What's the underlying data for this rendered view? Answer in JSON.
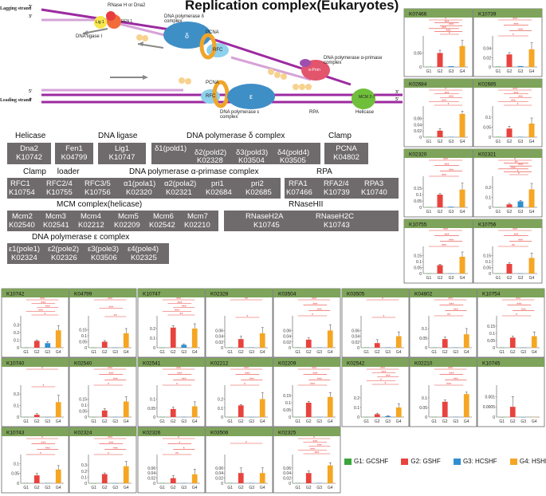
{
  "diagram": {
    "title": "Replication complex(Eukaryotes)",
    "lagging_strand": "Lagging strand",
    "leading_strand": "Leading strand",
    "five_prime": "5'",
    "three_prime": "3'",
    "rnase_label": "RNase H or Dna2",
    "lig1": "Lig 1",
    "fen1": "FEN 1",
    "dna_ligase_i": "DNA ligase I",
    "pol_delta_complex": "DNA polymerase δ complex",
    "delta": "δ",
    "pcna": "PCNA",
    "rfc": "RFC",
    "pol_alpha_primase": "DNA polymerase α-primase complex",
    "alpha_prim": "α-Prim",
    "pol_epsilon_complex": "DNA polymerase ε complex",
    "epsilon": "ε",
    "rpa": "RPA",
    "mcm": "MCM 2-7",
    "helicase": "Helicase"
  },
  "gene_groups": [
    {
      "title": "Helicase",
      "genes": [
        {
          "name": "Dna2",
          "id": "K10742"
        }
      ]
    },
    {
      "title": "",
      "genes": [
        {
          "name": "Fen1",
          "id": "K04799"
        }
      ]
    },
    {
      "title": "DNA ligase",
      "genes": [
        {
          "name": "Lig1",
          "id": "K10747"
        }
      ]
    },
    {
      "title": "DNA polymerase δ complex",
      "genes": [
        {
          "name": "δ1(pold1)",
          "id": ""
        },
        {
          "name": "δ2(pold2)",
          "id": "K02328"
        },
        {
          "name": "δ3(pold3)",
          "id": "K03504"
        },
        {
          "name": "δ4(pold4)",
          "id": "K03505"
        }
      ]
    },
    {
      "title": "Clamp",
      "genes": [
        {
          "name": "PCNA",
          "id": "K04802"
        }
      ]
    },
    {
      "title": "Clamp     loader",
      "genes": [
        {
          "name": "RFC1",
          "id": "K10754"
        },
        {
          "name": "RFC2/4",
          "id": "K10755"
        },
        {
          "name": "RFC3/5",
          "id": "K10756"
        }
      ]
    },
    {
      "title": "DNA polymerase α-primase complex",
      "genes": [
        {
          "name": "α1(pola1)",
          "id": "K02320"
        },
        {
          "name": "α2(pola2)",
          "id": "K02321"
        },
        {
          "name": "pri1",
          "id": "K02684"
        },
        {
          "name": "pri2",
          "id": "K02685"
        }
      ]
    },
    {
      "title": "RPA",
      "genes": [
        {
          "name": "RFA1",
          "id": "K07466"
        },
        {
          "name": "RFA2/4",
          "id": "K10739"
        },
        {
          "name": "RPA3",
          "id": "K10740"
        }
      ]
    },
    {
      "title": "MCM complex(helicase)",
      "genes": [
        {
          "name": "Mcm2",
          "id": "K02540"
        },
        {
          "name": "Mcm3",
          "id": "K02541"
        },
        {
          "name": "Mcm4",
          "id": "K02212"
        },
        {
          "name": "Mcm5",
          "id": "K02209"
        },
        {
          "name": "Mcm6",
          "id": "K02542"
        },
        {
          "name": "Mcm7",
          "id": "K02210"
        }
      ]
    },
    {
      "title": "RNaseHII",
      "genes": [
        {
          "name": "RNaseH2A",
          "id": "K10745"
        },
        {
          "name": "RNaseH2C",
          "id": "K10743"
        }
      ]
    },
    {
      "title": "DNA polymerase ε complex",
      "genes": [
        {
          "name": "ε1(pole1)",
          "id": "K02324"
        },
        {
          "name": "ε2(pole2)",
          "id": "K02326"
        },
        {
          "name": "ε3(pole3)",
          "id": "K03506"
        },
        {
          "name": "ε4(pole4)",
          "id": "K02325"
        }
      ]
    }
  ],
  "legend": [
    {
      "key": "G1",
      "label": "G1: GCSHF",
      "color": "#3aa63a"
    },
    {
      "key": "G2",
      "label": "G2: GSHF",
      "color": "#e8433d"
    },
    {
      "key": "G3",
      "label": "G3: HCSHF",
      "color": "#2f8fd0"
    },
    {
      "key": "G4",
      "label": "G4: HSHF",
      "color": "#f5a623"
    }
  ],
  "chart_data": [
    {
      "type": "bar",
      "title": "K07466",
      "categories": [
        "G1",
        "G2",
        "G3",
        "G4"
      ],
      "yticks": [
        "0.05"
      ],
      "ylim": [
        0,
        0.1
      ],
      "values": [
        0.001,
        0.05,
        0.003,
        0.075
      ],
      "errors": [
        0,
        0.01,
        0,
        0.02
      ],
      "sig": [
        "*",
        "***",
        "***",
        "***",
        "***",
        "*"
      ]
    },
    {
      "type": "bar",
      "title": "K10739",
      "categories": [
        "G1",
        "G2",
        "G3",
        "G4"
      ],
      "yticks": [
        "0.02",
        "0.04"
      ],
      "ylim": [
        0,
        0.06
      ],
      "values": [
        0.001,
        0.027,
        0.002,
        0.038
      ],
      "errors": [
        0,
        0.004,
        0,
        0.014
      ],
      "sig": [
        "***",
        "***",
        "***",
        "*"
      ]
    },
    {
      "type": "bar",
      "title": "K02684",
      "categories": [
        "G1",
        "G2",
        "G3",
        "G4"
      ],
      "yticks": [
        "0.02",
        "0.04",
        "0.06"
      ],
      "ylim": [
        0,
        0.09
      ],
      "values": [
        0.001,
        0.021,
        0.001,
        0.075
      ],
      "errors": [
        0,
        0.006,
        0,
        0.009
      ],
      "sig": [
        "*",
        "***",
        "***",
        "***",
        "*"
      ]
    },
    {
      "type": "bar",
      "title": "K02685",
      "categories": [
        "G1",
        "G2",
        "G3",
        "G4"
      ],
      "yticks": [
        "0.05",
        "0.1"
      ],
      "ylim": [
        0,
        0.14
      ],
      "values": [
        0.002,
        0.043,
        0.002,
        0.068
      ],
      "errors": [
        0,
        0.012,
        0,
        0.028
      ],
      "sig": [
        "***",
        "***",
        "***",
        "***",
        "*"
      ]
    },
    {
      "type": "bar",
      "title": "K02320",
      "categories": [
        "G1",
        "G2",
        "G3",
        "G4"
      ],
      "yticks": [
        "0.05",
        "0.1",
        "0.15"
      ],
      "ylim": [
        0,
        0.22
      ],
      "values": [
        0.002,
        0.1,
        0.005,
        0.14
      ],
      "errors": [
        0,
        0.008,
        0,
        0.05
      ],
      "sig": [
        "***",
        "***",
        "***",
        "***"
      ]
    },
    {
      "type": "bar",
      "title": "K02321",
      "categories": [
        "G1",
        "G2",
        "G3",
        "G4"
      ],
      "yticks": [
        "0.1",
        "0.2"
      ],
      "ylim": [
        0,
        0.28
      ],
      "values": [
        0.001,
        0.03,
        0.06,
        0.18
      ],
      "errors": [
        0,
        0.01,
        0.01,
        0.06
      ],
      "sig": [
        "*",
        "**",
        "***",
        "***",
        "*",
        "*"
      ]
    },
    {
      "type": "bar",
      "title": "K10755",
      "categories": [
        "G1",
        "G2",
        "G3",
        "G4"
      ],
      "yticks": [
        "0.05",
        "0.1",
        "0.15"
      ],
      "ylim": [
        0,
        0.2
      ],
      "values": [
        0.001,
        0.07,
        0.001,
        0.14
      ],
      "errors": [
        0,
        0.008,
        0,
        0.04
      ],
      "sig": [
        "***",
        "***",
        "***",
        "***"
      ]
    },
    {
      "type": "bar",
      "title": "K10756",
      "categories": [
        "G1",
        "G2",
        "G3",
        "G4"
      ],
      "yticks": [
        "0.05",
        "0.1",
        "0.15"
      ],
      "ylim": [
        0,
        0.2
      ],
      "values": [
        0.001,
        0.08,
        0.001,
        0.13
      ],
      "errors": [
        0,
        0.01,
        0,
        0.04
      ],
      "sig": [
        "***",
        "***",
        "***",
        "**"
      ]
    },
    {
      "type": "bar",
      "title": "K10742",
      "categories": [
        "G1",
        "G2",
        "G3",
        "G4"
      ],
      "yticks": [
        "0.1",
        "0.2",
        "0.3"
      ],
      "ylim": [
        0,
        0.38
      ],
      "values": [
        0.002,
        0.09,
        0.06,
        0.23
      ],
      "errors": [
        0,
        0.01,
        0.02,
        0.06
      ],
      "sig": [
        "***",
        "***",
        "***",
        "***",
        "*"
      ]
    },
    {
      "type": "bar",
      "title": "K04799",
      "categories": [
        "G1",
        "G2",
        "G3",
        "G4"
      ],
      "yticks": [
        "0.05",
        "0.1",
        "0.15"
      ],
      "ylim": [
        0,
        0.24
      ],
      "values": [
        0.001,
        0.05,
        0.001,
        0.12
      ],
      "errors": [
        0,
        0.01,
        0,
        0.04
      ],
      "sig": [
        "***",
        "***",
        "**"
      ]
    },
    {
      "type": "bar",
      "title": "K10747",
      "categories": [
        "G1",
        "G2",
        "G3",
        "G4"
      ],
      "yticks": [
        "0.1",
        "0.2"
      ],
      "ylim": [
        0,
        0.3
      ],
      "values": [
        0.001,
        0.21,
        0.03,
        0.2
      ],
      "errors": [
        0,
        0.02,
        0.01,
        0.05
      ],
      "sig": [
        "***",
        "***",
        "***",
        "***",
        "**"
      ]
    },
    {
      "type": "bar",
      "title": "K02328",
      "categories": [
        "G1",
        "G2",
        "G3",
        "G4"
      ],
      "yticks": [
        "0.02",
        "0.04",
        "0.06"
      ],
      "ylim": [
        0,
        0.1
      ],
      "values": [
        0.001,
        0.03,
        0.001,
        0.05
      ],
      "errors": [
        0,
        0.01,
        0,
        0.02
      ],
      "sig": [
        "**",
        "*"
      ]
    },
    {
      "type": "bar",
      "title": "K03504",
      "categories": [
        "G1",
        "G2",
        "G3",
        "G4"
      ],
      "yticks": [
        "0.02",
        "0.04",
        "0.06"
      ],
      "ylim": [
        0,
        0.1
      ],
      "values": [
        0.001,
        0.028,
        0.001,
        0.06
      ],
      "errors": [
        0,
        0.006,
        0,
        0.02
      ],
      "sig": [
        "***",
        "***",
        "***",
        "*"
      ]
    },
    {
      "type": "bar",
      "title": "K03505",
      "categories": [
        "G1",
        "G2",
        "G3",
        "G4"
      ],
      "yticks": [
        "0.02",
        "0.04",
        "0.06"
      ],
      "ylim": [
        0,
        0.1
      ],
      "values": [
        0.001,
        0.016,
        0.001,
        0.04
      ],
      "errors": [
        0,
        0.012,
        0,
        0.015
      ],
      "sig": [
        "*",
        "*"
      ]
    },
    {
      "type": "bar",
      "title": "K04802",
      "categories": [
        "G1",
        "G2",
        "G3",
        "G4"
      ],
      "yticks": [
        "0.05",
        "0.1"
      ],
      "ylim": [
        0,
        0.15
      ],
      "values": [
        0.001,
        0.045,
        0.001,
        0.07
      ],
      "errors": [
        0,
        0.01,
        0,
        0.03
      ],
      "sig": [
        "***",
        "***",
        "***",
        "**"
      ]
    },
    {
      "type": "bar",
      "title": "K10754",
      "categories": [
        "G1",
        "G2",
        "G3",
        "G4"
      ],
      "yticks": [
        "0.05",
        "0.1",
        "0.15"
      ],
      "ylim": [
        0,
        0.2
      ],
      "values": [
        0.001,
        0.07,
        0.001,
        0.08
      ],
      "errors": [
        0,
        0.01,
        0,
        0.03
      ],
      "sig": [
        "***",
        "***",
        "***",
        "*"
      ]
    },
    {
      "type": "bar",
      "title": "K10740",
      "categories": [
        "G1",
        "G2",
        "G3",
        "G4"
      ],
      "yticks": [
        "0.1",
        "0.2"
      ],
      "ylim": [
        0,
        0.25
      ],
      "values": [
        0.001,
        0.02,
        0.001,
        0.13
      ],
      "errors": [
        0,
        0.01,
        0,
        0.06
      ],
      "sig": [
        "*",
        "*"
      ]
    },
    {
      "type": "bar",
      "title": "K02540",
      "categories": [
        "G1",
        "G2",
        "G3",
        "G4"
      ],
      "yticks": [
        "0.05",
        "0.1",
        "0.15"
      ],
      "ylim": [
        0,
        0.24
      ],
      "values": [
        0.001,
        0.055,
        0.001,
        0.13
      ],
      "errors": [
        0,
        0.015,
        0,
        0.04
      ],
      "sig": [
        "***",
        "***",
        "***",
        "*"
      ]
    },
    {
      "type": "bar",
      "title": "K02541",
      "categories": [
        "G1",
        "G2",
        "G3",
        "G4"
      ],
      "yticks": [
        "0.05",
        "0.1"
      ],
      "ylim": [
        0,
        0.16
      ],
      "values": [
        0.001,
        0.045,
        0.001,
        0.06
      ],
      "errors": [
        0,
        0.01,
        0,
        0.025
      ],
      "sig": [
        "***",
        "***",
        "***",
        "*"
      ]
    },
    {
      "type": "bar",
      "title": "K02212",
      "categories": [
        "G1",
        "G2",
        "G3",
        "G4"
      ],
      "yticks": [
        "0.1",
        "0.2"
      ],
      "ylim": [
        0,
        0.32
      ],
      "values": [
        0.001,
        0.13,
        0.001,
        0.2
      ],
      "errors": [
        0,
        0.01,
        0,
        0.07
      ],
      "sig": [
        "***",
        "***",
        "***",
        "*"
      ]
    },
    {
      "type": "bar",
      "title": "K02209",
      "categories": [
        "G1",
        "G2",
        "G3",
        "G4"
      ],
      "yticks": [
        "0.05",
        "0.1",
        "0.15"
      ],
      "ylim": [
        0,
        0.2
      ],
      "values": [
        0.001,
        0.1,
        0.001,
        0.14
      ],
      "errors": [
        0,
        0.01,
        0,
        0.03
      ],
      "sig": [
        "***",
        "***",
        "***",
        "***"
      ]
    },
    {
      "type": "bar",
      "title": "K02542",
      "categories": [
        "G1",
        "G2",
        "G3",
        "G4"
      ],
      "yticks": [
        "0.1",
        "0.2"
      ],
      "ylim": [
        0,
        0.3
      ],
      "values": [
        0.001,
        0.03,
        0.01,
        0.1
      ],
      "errors": [
        0,
        0.01,
        0.005,
        0.04
      ],
      "sig": [
        "***",
        "***",
        "***",
        "*",
        "*"
      ]
    },
    {
      "type": "bar",
      "title": "K02210",
      "categories": [
        "G1",
        "G2",
        "G3",
        "G4"
      ],
      "yticks": [
        "0.05",
        "0.1"
      ],
      "ylim": [
        0,
        0.15
      ],
      "values": [
        0.001,
        0.08,
        0.001,
        0.12
      ],
      "errors": [
        0,
        0.01,
        0,
        0.01
      ],
      "sig": [
        "***",
        "***",
        "***",
        "***"
      ]
    },
    {
      "type": "bar",
      "title": "K10745",
      "categories": [
        "G1",
        "G2",
        "G3",
        "G4"
      ],
      "yticks": [
        "0.0005",
        "0.001"
      ],
      "ylim": [
        0,
        0.0014
      ],
      "values": [
        0,
        0.0005,
        0,
        0
      ],
      "errors": [
        0,
        0.0005,
        0,
        0
      ],
      "sig": []
    },
    {
      "type": "bar",
      "title": "K10743",
      "categories": [
        "G1",
        "G2",
        "G3",
        "G4"
      ],
      "yticks": [
        "0.05",
        "0.1"
      ],
      "ylim": [
        0,
        0.13
      ],
      "values": [
        0.001,
        0.04,
        0.001,
        0.07
      ],
      "errors": [
        0,
        0.01,
        0,
        0.02
      ],
      "sig": [
        "*",
        "***",
        "***",
        "*"
      ]
    },
    {
      "type": "bar",
      "title": "K02324",
      "categories": [
        "G1",
        "G2",
        "G3",
        "G4"
      ],
      "yticks": [
        "0.1",
        "0.2",
        "0.3"
      ],
      "ylim": [
        0,
        0.42
      ],
      "values": [
        0.001,
        0.15,
        0.001,
        0.28
      ],
      "errors": [
        0,
        0.02,
        0,
        0.08
      ],
      "sig": [
        "***",
        "***",
        "***",
        "*"
      ]
    },
    {
      "type": "bar",
      "title": "K02326",
      "categories": [
        "G1",
        "G2",
        "G3",
        "G4"
      ],
      "yticks": [
        "0.02",
        "0.04",
        "0.06"
      ],
      "ylim": [
        0,
        0.1
      ],
      "values": [
        0.001,
        0.02,
        0.001,
        0.035
      ],
      "errors": [
        0,
        0.01,
        0,
        0.02
      ],
      "sig": [
        "*",
        "*",
        "*",
        "**"
      ]
    },
    {
      "type": "bar",
      "title": "K03506",
      "categories": [
        "G1",
        "G2",
        "G3",
        "G4"
      ],
      "yticks": [
        "0.02",
        "0.04",
        "0.06"
      ],
      "ylim": [
        0,
        0.1
      ],
      "values": [
        0.001,
        0.04,
        0.001,
        0.04
      ],
      "errors": [
        0,
        0.02,
        0,
        0.02
      ],
      "sig": [
        "*"
      ]
    },
    {
      "type": "bar",
      "title": "K02325",
      "categories": [
        "G1",
        "G2",
        "G3",
        "G4"
      ],
      "yticks": [
        "0.02",
        "0.04",
        "0.06"
      ],
      "ylim": [
        0,
        0.1
      ],
      "values": [
        0.001,
        0.04,
        0.001,
        0.07
      ],
      "errors": [
        0,
        0.008,
        0,
        0.01
      ],
      "sig": [
        "*",
        "***",
        "***",
        "***",
        "***"
      ]
    }
  ]
}
